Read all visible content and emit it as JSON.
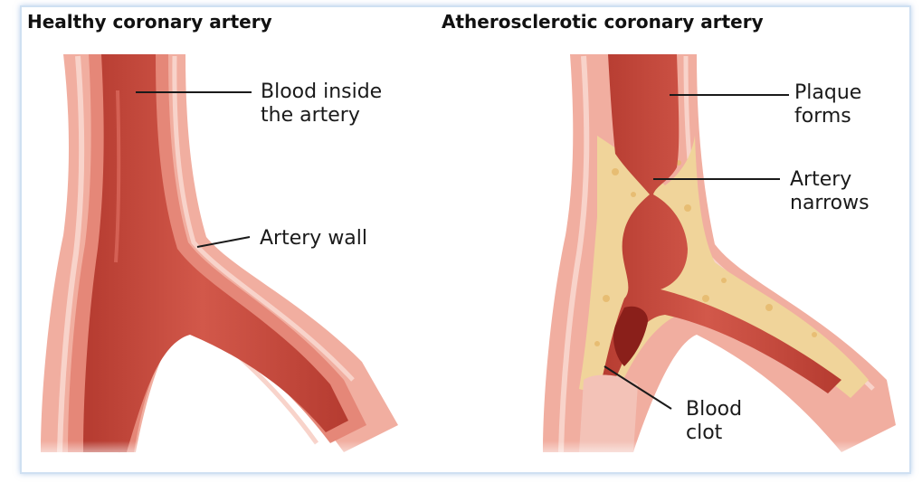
{
  "panels": {
    "healthy": {
      "title": "Healthy coronary artery",
      "labels": {
        "blood_line1": "Blood inside",
        "blood_line2": "the artery",
        "wall": "Artery wall"
      }
    },
    "atherosclerotic": {
      "title": "Atherosclerotic coronary artery",
      "labels": {
        "plaque_line1": "Plaque",
        "plaque_line2": "forms",
        "narrows_line1": "Artery",
        "narrows_line2": "narrows",
        "clot_line1": "Blood",
        "clot_line2": "clot"
      }
    }
  },
  "colors": {
    "outer_wall": "#f1aea0",
    "wall_highlight": "#f8cfc5",
    "inner_wall": "#e58778",
    "lumen": "#c8473a",
    "lumen_dark": "#a8322a",
    "plaque": "#f0d49a",
    "plaque_spot": "#e6b86a",
    "clot": "#8a1f1a"
  }
}
